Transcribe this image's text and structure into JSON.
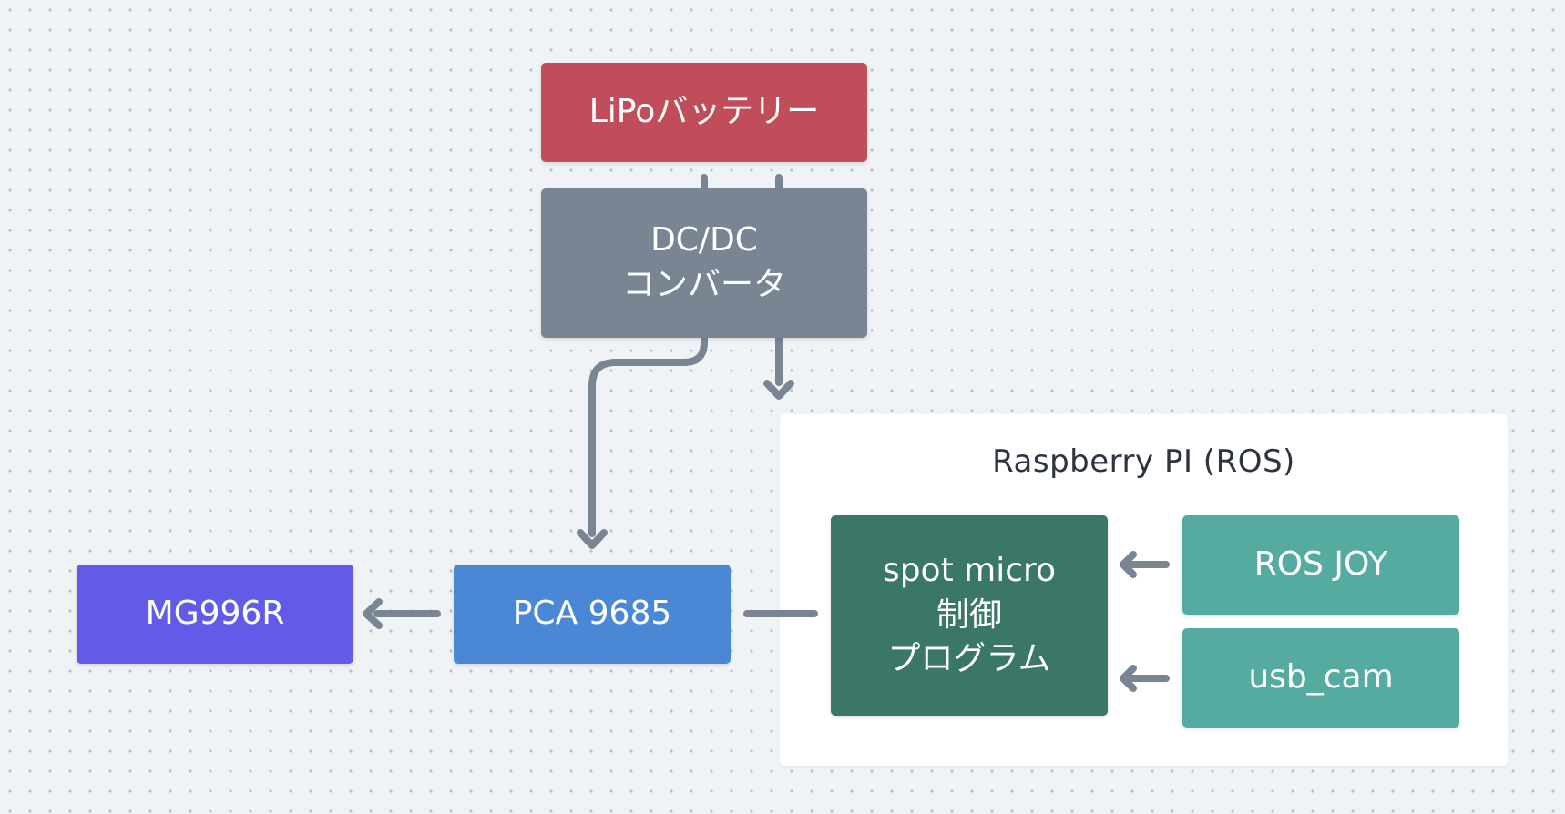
{
  "diagram": {
    "group": {
      "title": "Raspberry PI (ROS)"
    },
    "nodes": {
      "battery": {
        "label": "LiPoバッテリー",
        "color": "#c14d5b"
      },
      "dcdc": {
        "line1": "DC/DC",
        "line2": "コンバータ",
        "color": "#7a8594"
      },
      "pca": {
        "label": "PCA 9685",
        "color": "#4a87d4"
      },
      "servo": {
        "label": "MG996R",
        "color": "#625be8"
      },
      "program": {
        "line1": "spot micro",
        "line2": "制御",
        "line3": "プログラム",
        "color": "#3b7766"
      },
      "joy": {
        "label": "ROS JOY",
        "color": "#55ab9f"
      },
      "cam": {
        "label": "usb_cam",
        "color": "#55ab9f"
      }
    },
    "edges": [
      {
        "from": "battery",
        "to": "dcdc",
        "arrow": false
      },
      {
        "from": "dcdc",
        "to": "pca",
        "arrow": true
      },
      {
        "from": "dcdc",
        "to": "raspberry_pi",
        "arrow": true
      },
      {
        "from": "pca",
        "to": "servo",
        "arrow": true
      },
      {
        "from": "pca",
        "to": "program",
        "arrow": false
      },
      {
        "from": "joy",
        "to": "program",
        "arrow": true
      },
      {
        "from": "cam",
        "to": "program",
        "arrow": true
      }
    ],
    "edge_color": "#7a8594"
  }
}
